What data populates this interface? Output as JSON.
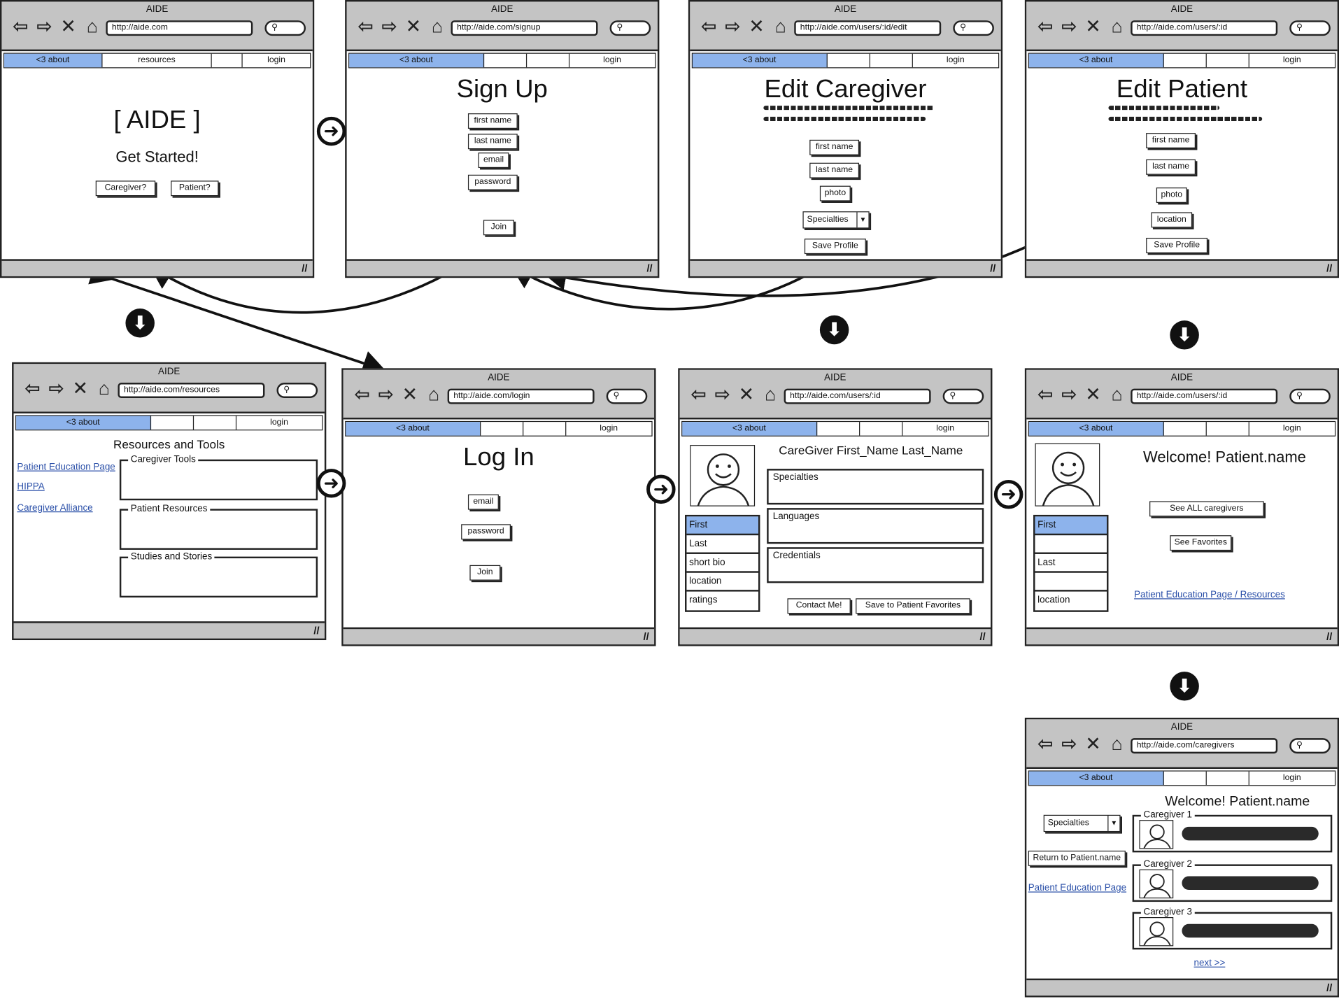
{
  "window_title": "AIDE",
  "tabs": {
    "about": "<3 about",
    "resources": "resources",
    "login": "login"
  },
  "icons": [
    "back-icon",
    "forward-icon",
    "stop-icon",
    "home-icon",
    "search-icon",
    "resize-grip-icon",
    "arrow-right-icon",
    "arrow-down-icon"
  ],
  "screens": {
    "home": {
      "url": "http://aide.com",
      "title": "[ AIDE ]",
      "subtitle": "Get Started!",
      "btn_caregiver": "Caregiver?",
      "btn_patient": "Patient?"
    },
    "signup": {
      "url": "http://aide.com/signup",
      "title": "Sign Up",
      "first_name": "first name",
      "last_name": "last name",
      "email": "email",
      "password": "password",
      "join": "Join"
    },
    "edit_caregiver": {
      "url": "http://aide.com/users/:id/edit",
      "title": "Edit Caregiver",
      "first_name": "first name",
      "last_name": "last name",
      "photo": "photo",
      "specialties": "Specialties",
      "save": "Save Profile"
    },
    "edit_patient": {
      "url": "http://aide.com/users/:id",
      "title": "Edit Patient",
      "first_name": "first name",
      "last_name": "last name",
      "photo": "photo",
      "location": "location",
      "save": "Save Profile"
    },
    "resources": {
      "url": "http://aide.com/resources",
      "heading": "Resources and Tools",
      "links": [
        "Patient Education Page",
        "HIPPA",
        "Caregiver Alliance"
      ],
      "groups": [
        "Caregiver Tools",
        "Patient Resources",
        "Studies and Stories"
      ]
    },
    "login": {
      "url": "http://aide.com/login",
      "title": "Log In",
      "email": "email",
      "password": "password",
      "join": "Join"
    },
    "caregiver_profile": {
      "url": "http://aide.com/users/:id",
      "heading": "CareGiver First_Name Last_Name",
      "list": [
        "First",
        "Last",
        "short bio",
        "location",
        "ratings"
      ],
      "panels": [
        "Specialties",
        "Languages",
        "Credentials"
      ],
      "contact": "Contact Me!",
      "save_fav": "Save to Patient Favorites"
    },
    "patient_profile": {
      "url": "http://aide.com/users/:id",
      "heading": "Welcome! Patient.name",
      "list": [
        "First",
        "",
        "Last",
        "",
        "location"
      ],
      "see_all": "See ALL caregivers",
      "see_fav": "See Favorites",
      "link": "Patient Education Page / Resources"
    },
    "caregivers": {
      "url": "http://aide.com/caregivers",
      "heading": "Welcome! Patient.name",
      "specialties": "Specialties",
      "return": "Return to Patient.name",
      "link": "Patient Education Page",
      "items": [
        "Caregiver 1",
        "Caregiver 2",
        "Caregiver 3"
      ],
      "next": "next >>"
    }
  }
}
